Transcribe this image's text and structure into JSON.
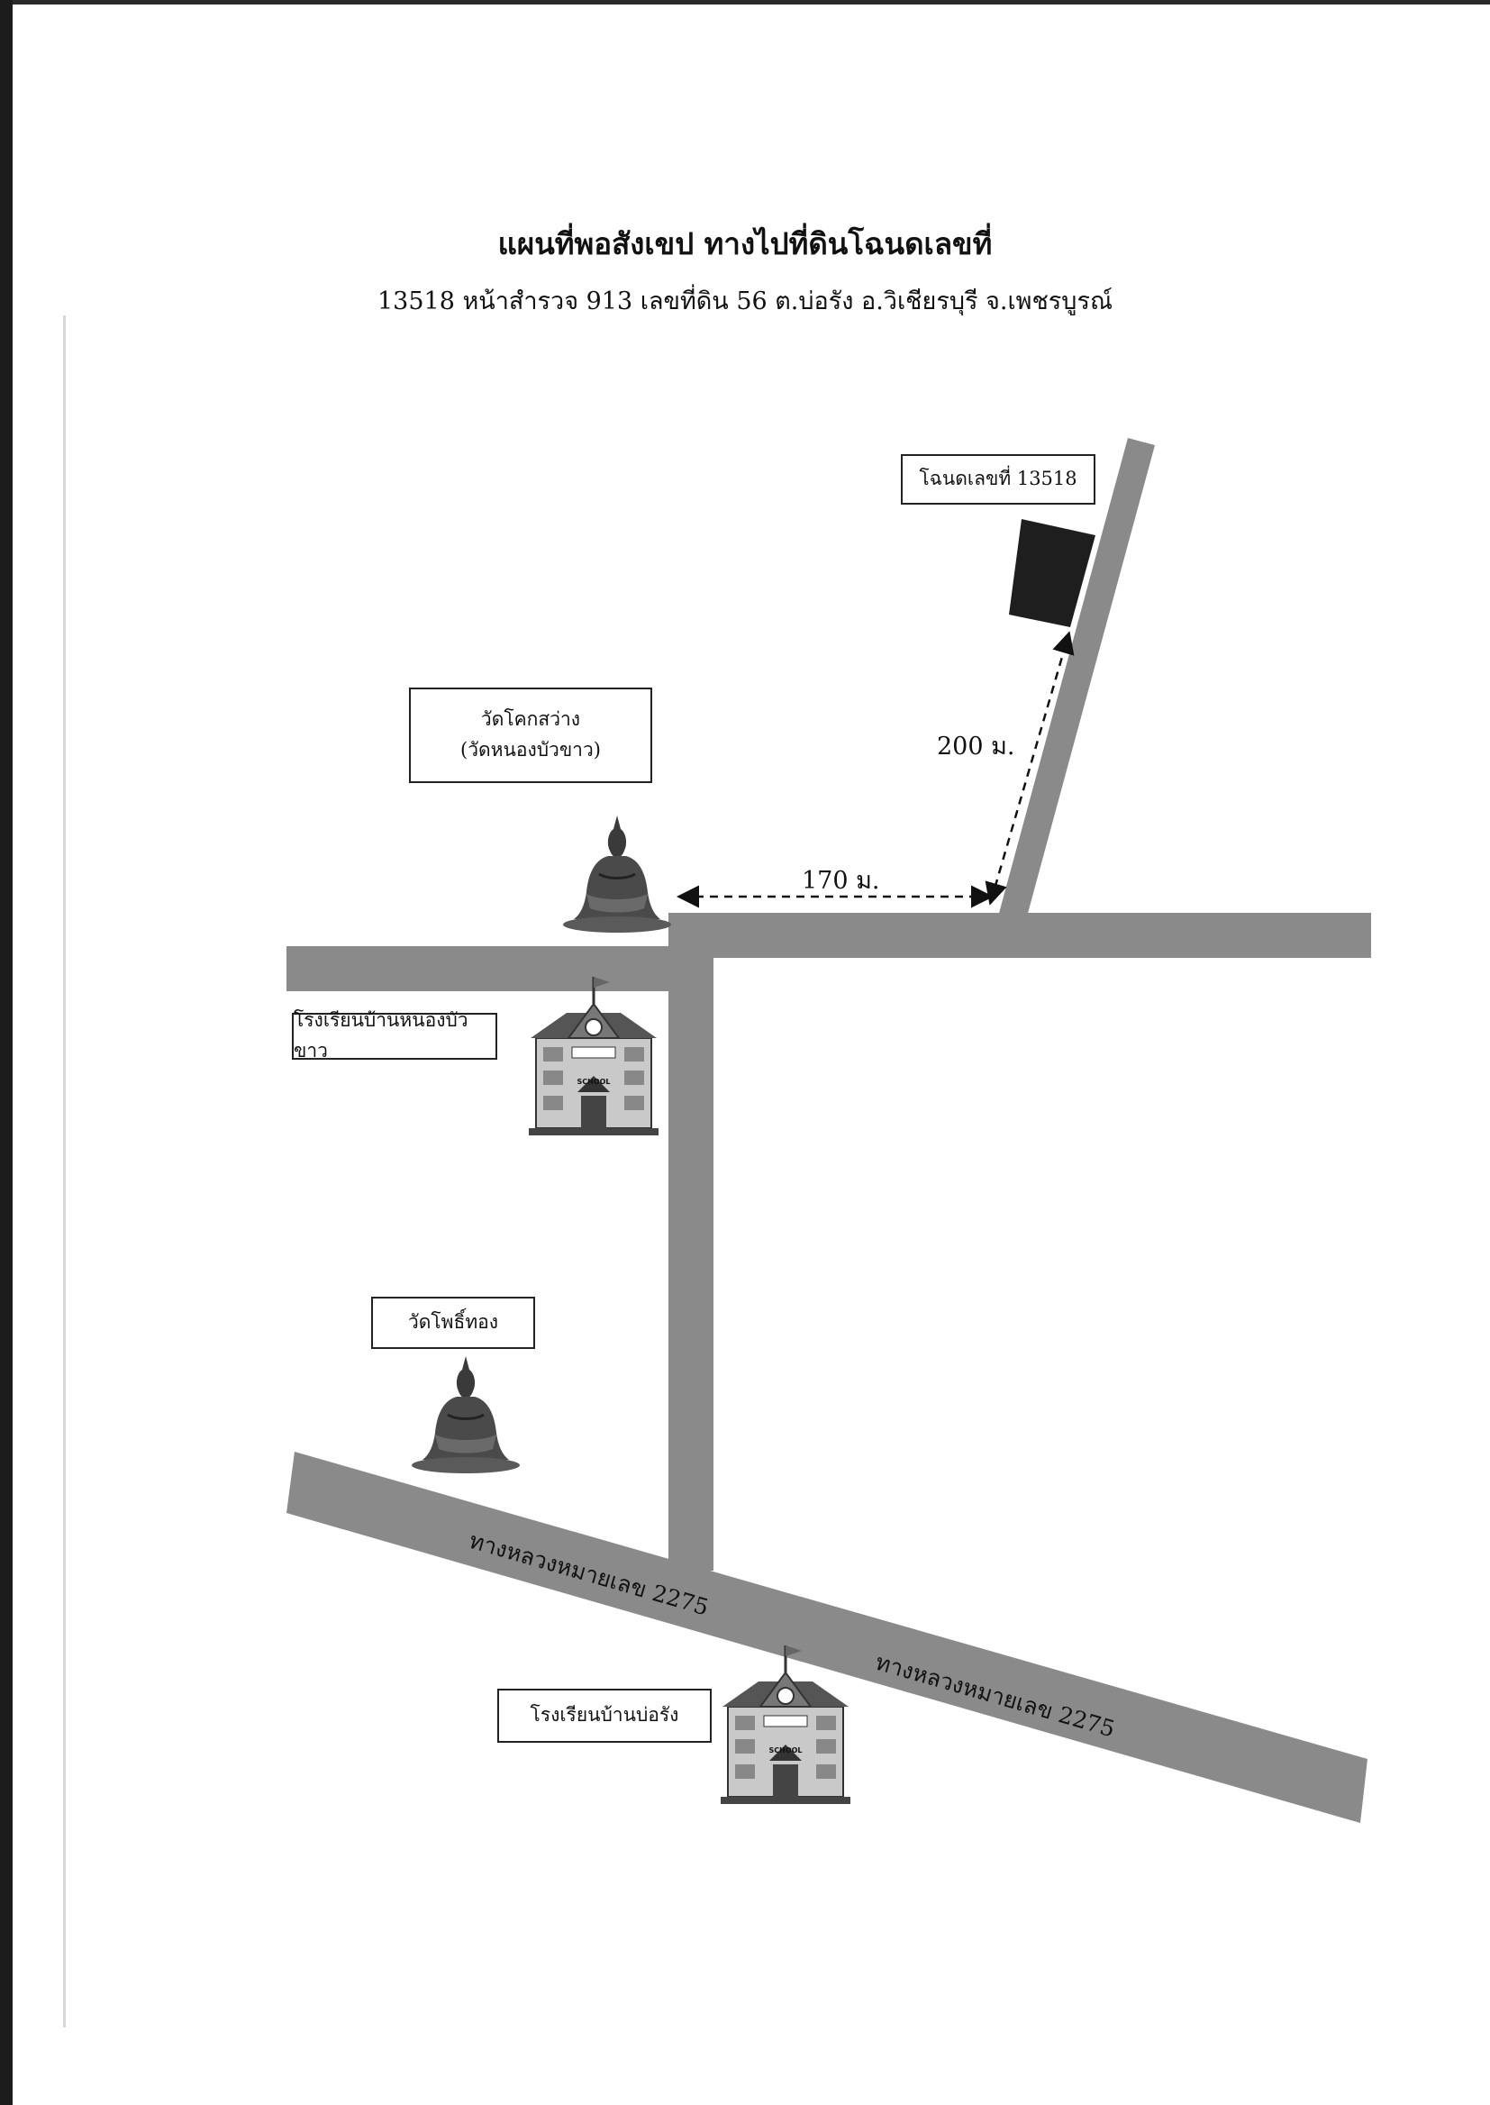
{
  "title": "แผนที่พอสังเขป ทางไปที่ดินโฉนดเลขที่",
  "subtitle": "13518 หน้าสำรวจ 913 เลขที่ดิน 56 ต.บ่อรัง อ.วิเชียรบุรี จ.เพชรบูรณ์",
  "labels": {
    "deed": "โฉนดเลขที่ 13518",
    "temple1_line1": "วัดโคกสว่าง",
    "temple1_line2": "(วัดหนองบัวขาว)",
    "school1": "โรงเรียนบ้านหนองบัวขาว",
    "temple2": "วัดโพธิ์ทอง",
    "school2": "โรงเรียนบ้านบ่อรัง"
  },
  "distances": {
    "horizontal": "170 ม.",
    "vertical": "200 ม."
  },
  "roads": {
    "highway_label": "ทางหลวงหมายเลข 2275"
  },
  "icons": {
    "school_sign": "SCHOOL"
  },
  "colors": {
    "road": "#8a8a8a",
    "plot": "#1e1e1e"
  }
}
